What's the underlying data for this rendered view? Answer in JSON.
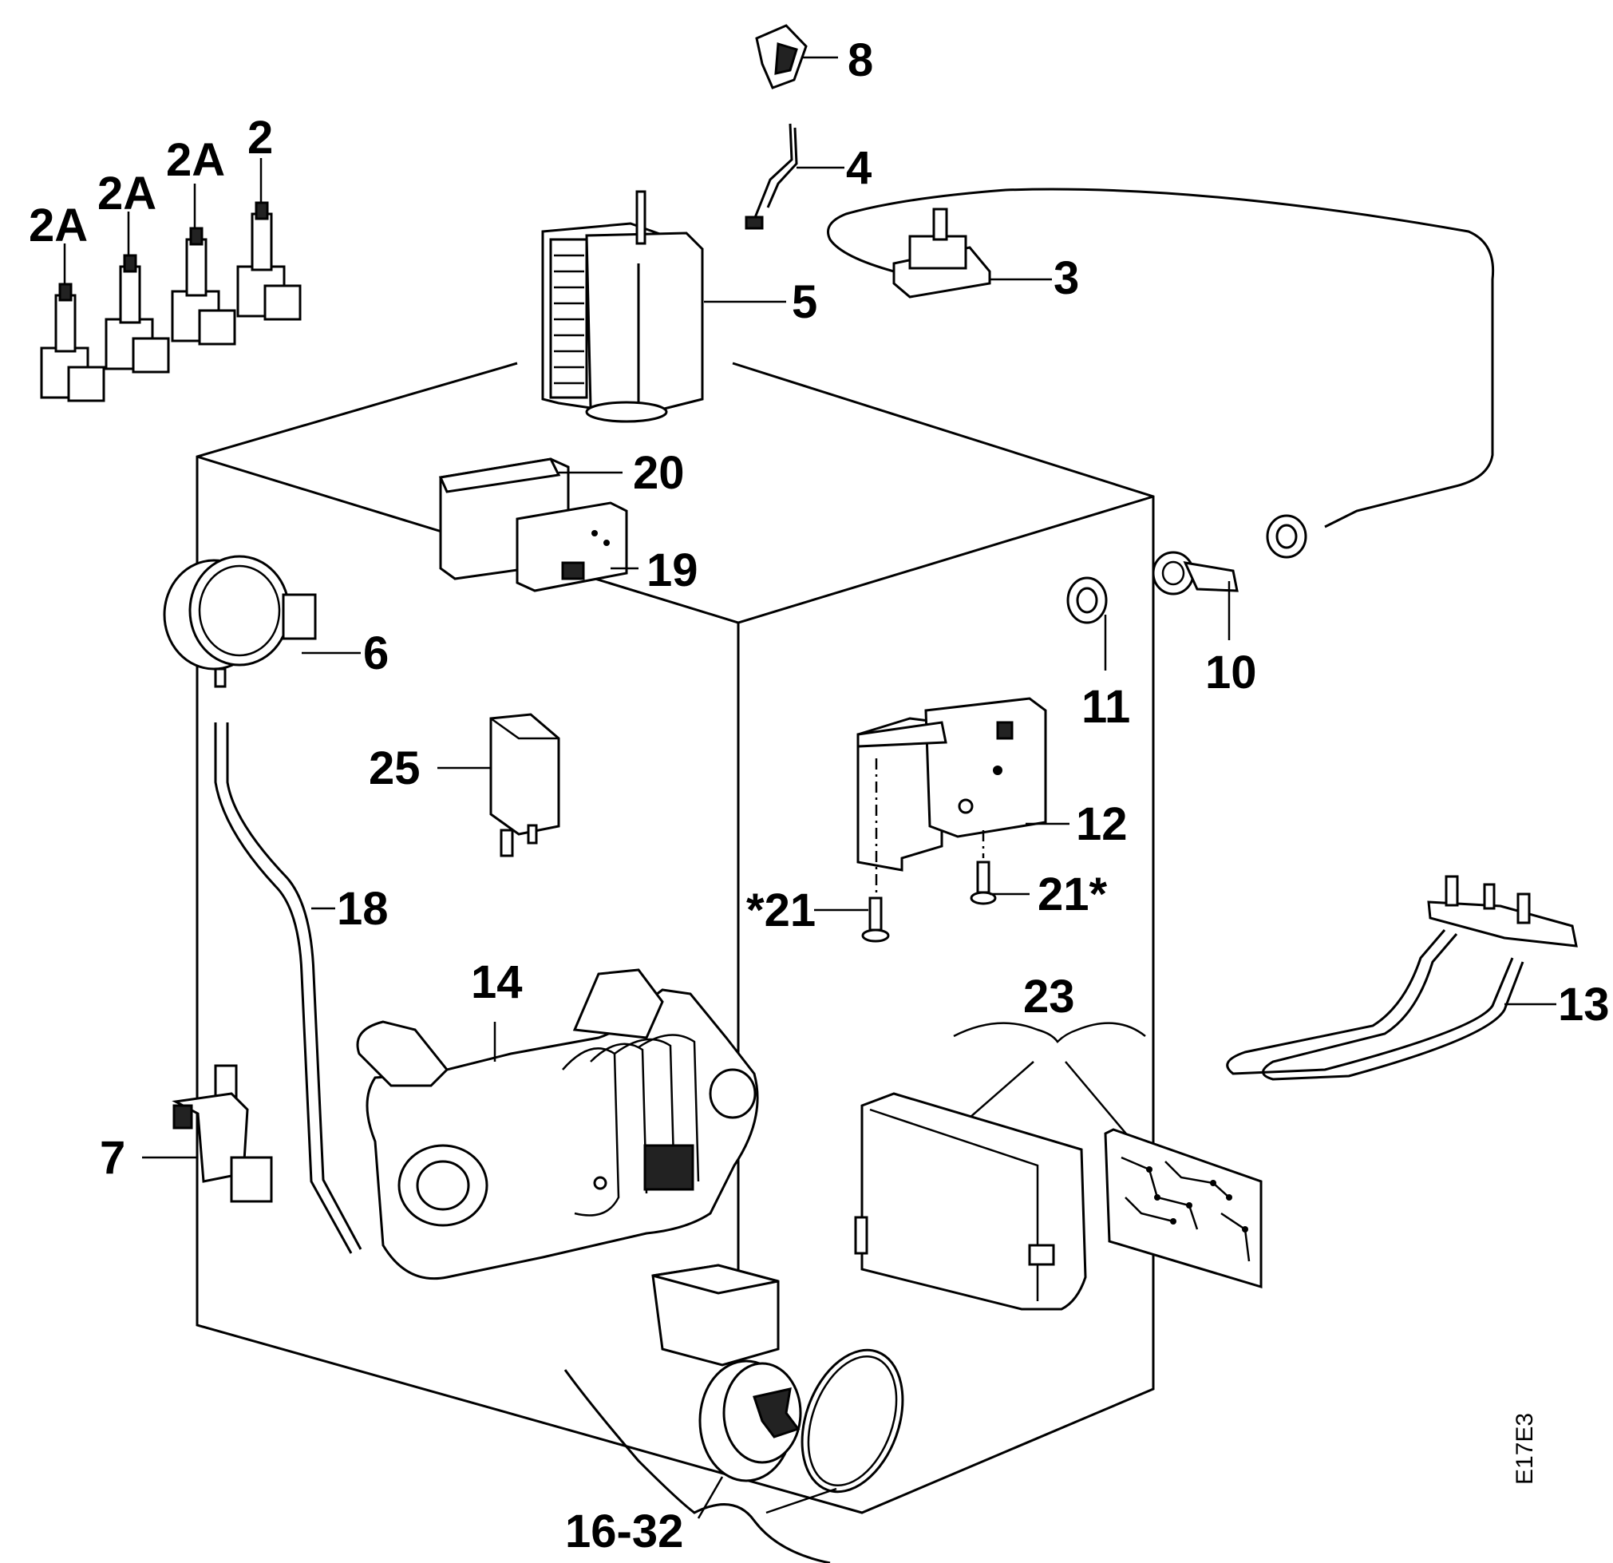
{
  "diagram": {
    "labels": {
      "p2": "2",
      "p2a_1": "2A",
      "p2a_2": "2A",
      "p2a_3": "2A",
      "p3": "3",
      "p4": "4",
      "p5": "5",
      "p6": "6",
      "p7": "7",
      "p8": "8",
      "p10": "10",
      "p11": "11",
      "p12": "12",
      "p13": "13",
      "p14": "14",
      "p16_32": "16-32",
      "p18": "18",
      "p19": "19",
      "p20": "20",
      "p21_left": "*21",
      "p21_right": "21*",
      "p23": "23",
      "p25": "25"
    },
    "drawing_code": "E17E3"
  }
}
